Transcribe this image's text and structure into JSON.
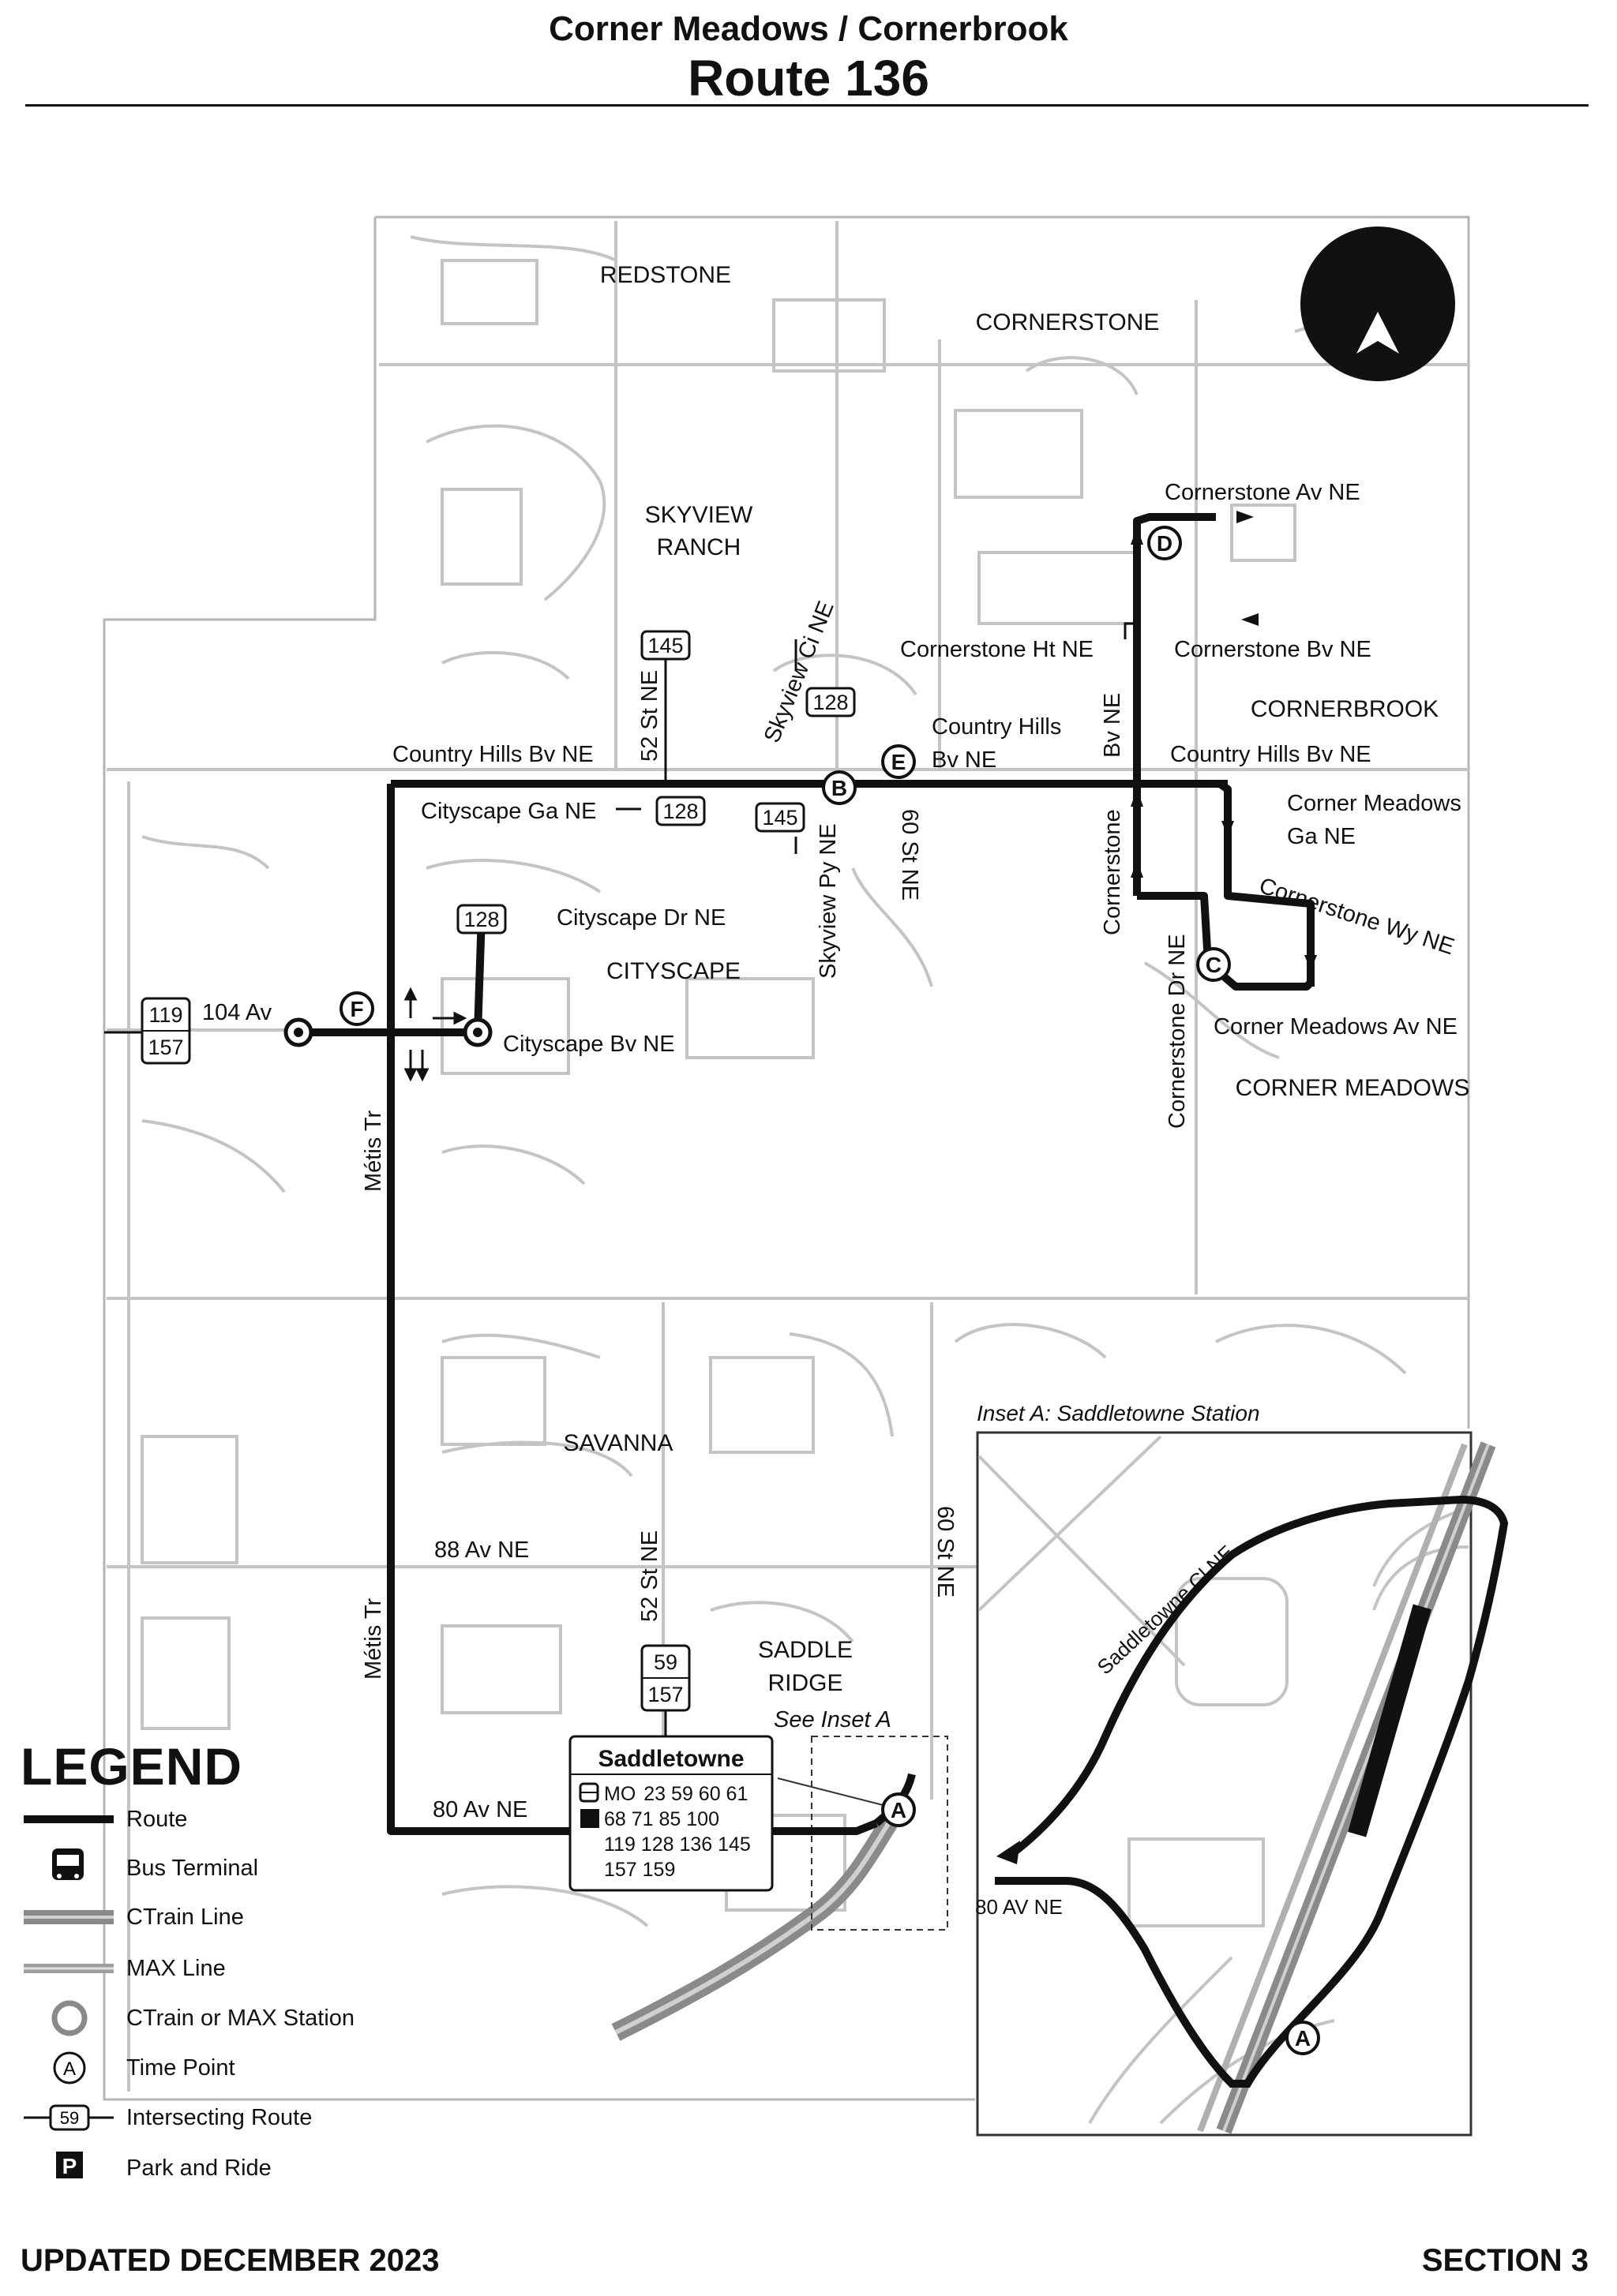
{
  "header": {
    "subtitle": "Corner Meadows / Cornerbrook",
    "title": "Route 136"
  },
  "compass": {
    "label": "N"
  },
  "communities": {
    "redstone": "REDSTONE",
    "cornerstone": "CORNERSTONE",
    "skyview_1": "SKYVIEW",
    "skyview_2": "RANCH",
    "cornerbrook": "CORNERBROOK",
    "cityscape": "CITYSCAPE",
    "corner_meadows": "CORNER MEADOWS",
    "savanna": "SAVANNA",
    "saddle_ridge_1": "SADDLE",
    "saddle_ridge_2": "RIDGE"
  },
  "streets": {
    "cornerstone_av": "Cornerstone Av NE",
    "cornerstone_ht": "Cornerstone Ht NE",
    "cornerstone_bv": "Cornerstone Bv NE",
    "skyview_ci": "Skyview Ci NE",
    "country_hills_center_1": "Country Hills",
    "country_hills_center_2": "Bv NE",
    "country_hills_west": "Country Hills Bv NE",
    "country_hills_east": "Country Hills Bv NE",
    "st52_north": "52 St NE",
    "cornerstone_bv_vertical": "Bv NE",
    "cornerstone_vertical": "Cornerstone",
    "cityscape_ga": "Cityscape Ga NE",
    "corner_meadows_ga_1": "Corner Meadows",
    "corner_meadows_ga_2": "Ga NE",
    "skyview_py": "Skyview Py NE",
    "st60_north": "60 St NE",
    "cornerstone_wy": "Cornerstone Wy NE",
    "cityscape_dr": "Cityscape Dr NE",
    "cornerstone_dr": "Cornerstone Dr NE",
    "av104": "104 Av",
    "cityscape_bv": "Cityscape Bv NE",
    "corner_meadows_av": "Corner Meadows Av NE",
    "metis_north": "Métis Tr",
    "metis_south": "Métis Tr",
    "av88": "88 Av NE",
    "st52_south": "52 St NE",
    "st60_south": "60 St NE",
    "see_inset": "See Inset A",
    "av80": "80 Av NE",
    "saddletowne_ci": "Saddletowne Cl NE",
    "av80_inset": "80 AV NE"
  },
  "route_labels": {
    "r145_north": "145",
    "r128_skyview": "128",
    "r128_cityscape_ga": "128",
    "r145_skyview": "145",
    "r128_cityscape_dr": "128",
    "r119": "119",
    "r157": "157",
    "r59": "59",
    "r157_south": "157"
  },
  "time_points": {
    "b": "B",
    "e": "E",
    "d": "D",
    "c": "C",
    "f": "F",
    "a": "A",
    "a_inset": "A"
  },
  "terminal": {
    "name": "Saddletowne",
    "bus_label": "MO",
    "routes_line1": "23  59  60  61",
    "routes_line2": "68  71  85  100",
    "routes_line3": "119  128  136 145",
    "routes_line4": "157  159",
    "parking_letter": "P"
  },
  "inset": {
    "title": "Inset A: Saddletowne Station"
  },
  "legend": {
    "title": "LEGEND",
    "route": "Route",
    "bus_terminal": "Bus Terminal",
    "ctrain": "CTrain Line",
    "max": "MAX Line",
    "station": "CTrain or MAX Station",
    "time_point": "Time Point",
    "time_point_letter": "A",
    "intersecting": "Intersecting Route",
    "intersecting_number": "59",
    "park_ride": "Park and Ride",
    "park_ride_letter": "P"
  },
  "footer": {
    "updated": "UPDATED DECEMBER 2023",
    "section": "SECTION 3"
  },
  "colors": {
    "route": "#111111",
    "street": "#b5b5b5",
    "ctrain": "#8a8a8a",
    "background": "#ffffff"
  }
}
